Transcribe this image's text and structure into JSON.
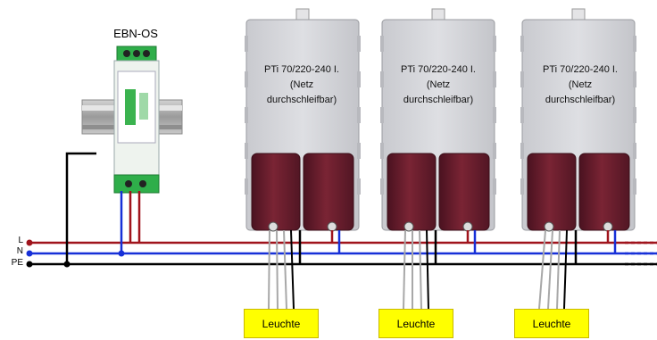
{
  "device": {
    "title": "EBN-OS"
  },
  "rails": [
    {
      "label": "L",
      "color": "#a0141c"
    },
    {
      "label": "N",
      "color": "#1730d8"
    },
    {
      "label": "PE",
      "color": "#000000"
    }
  ],
  "ballasts": [
    {
      "line1": "PTi 70/220-240 I.",
      "line2": "(Netz",
      "line3": "durchschleifbar)"
    },
    {
      "line1": "PTi 70/220-240 I.",
      "line2": "(Netz",
      "line3": "durchschleifbar)"
    },
    {
      "line1": "PTi 70/220-240 I.",
      "line2": "(Netz",
      "line3": "durchschleifbar)"
    }
  ],
  "lamps": [
    {
      "label": "Leuchte",
      "color": "#ffff00"
    },
    {
      "label": "Leuchte",
      "color": "#ffff00"
    },
    {
      "label": "Leuchte",
      "color": "#ffff00"
    }
  ],
  "colors": {
    "housing": "#d6d7db",
    "terminal": "#6b1d2b",
    "din_rail": "#b4b4b4",
    "device_body": "#eef3ee",
    "device_green": "#2fae4a"
  }
}
